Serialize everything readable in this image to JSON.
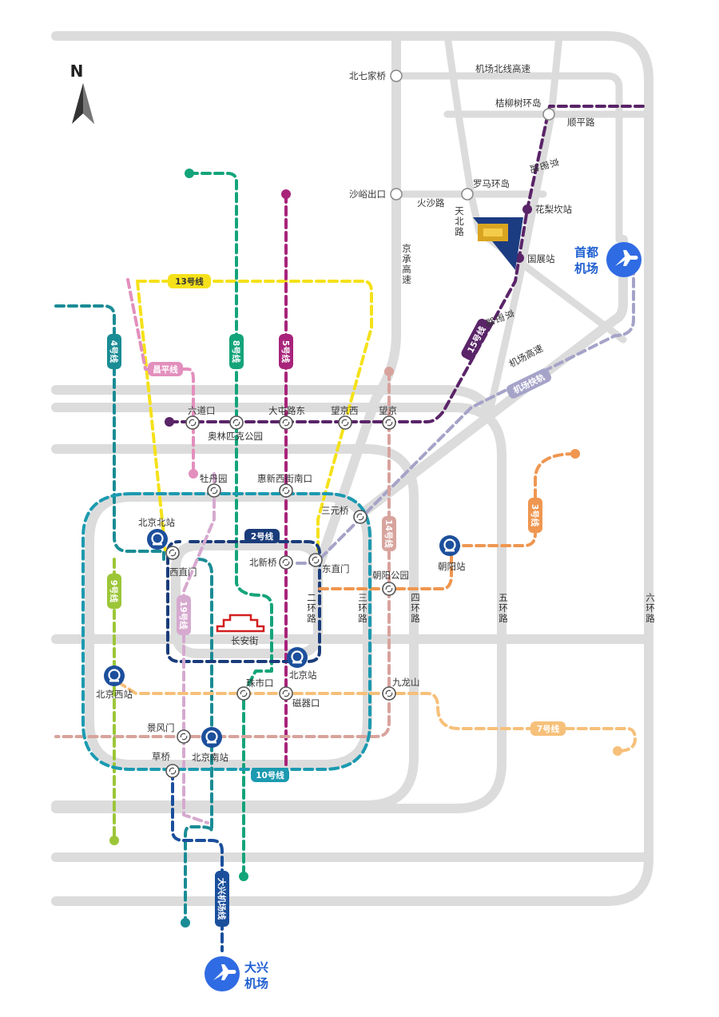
{
  "compass": {
    "north": "N"
  },
  "roads": {
    "jichang_north": "机场北线高速",
    "shunping": "顺平路",
    "huosha": "火沙路",
    "tianbei": "天北路",
    "jingcheng": "京承高速",
    "jingmi_1": "京密路",
    "jingmi_2": "京密路",
    "jichang_gaosu": "机场高速",
    "ring2": "二环路",
    "ring3": "三环路",
    "ring4": "四环路",
    "ring5": "五环路",
    "ring6": "六环路"
  },
  "nodes": {
    "beiqijiaqiao": "北七家桥",
    "qiaoliushu": "桔柳树环岛",
    "luoma": "罗马环岛",
    "shayu": "沙峪出口"
  },
  "lines": {
    "l13": "13号线",
    "l4": "4号线",
    "l8": "8号线",
    "l5": "5号线",
    "changping": "昌平线",
    "l15": "15号线",
    "airport_express": "机场快轨",
    "l2": "2号线",
    "l14": "14号线",
    "l3": "3号线",
    "l9": "9号线",
    "l19": "19号线",
    "l10": "10号线",
    "l7": "7号线",
    "daxing_express": "大兴机场线"
  },
  "stations": {
    "huali": "花梨坎站",
    "guozhan": "国展站",
    "liudaokou": "六道口",
    "datun": "大屯路东",
    "wangjingxi": "望京西",
    "wangjing": "望京",
    "aoti": "奥林匹克公园",
    "mudanyuan": "牡丹园",
    "huixin": "惠新西街南口",
    "sanyuan": "三元桥",
    "beijingbei": "北京北站",
    "xizhimen": "西直门",
    "beixinqiao": "北新桥",
    "dongzhimen": "东直门",
    "chaoyangpark": "朝阳公园",
    "chaoyangzhan": "朝阳站",
    "changanjie": "长安街",
    "beijingzhan": "北京站",
    "beijingxi": "北京西站",
    "zhushikou": "珠市口",
    "ciqikou": "磁器口",
    "jiulongshan": "九龙山",
    "jingfengmen": "景风门",
    "caoqiao": "草桥",
    "beijingnan": "北京南站"
  },
  "airports": {
    "capital_line1": "首都",
    "capital_line2": "机场",
    "daxing_line1": "大兴",
    "daxing_line2": "机场"
  },
  "colors": {
    "l13": "#f5e11a",
    "l4": "#1a8c95",
    "l8": "#14a47a",
    "l5": "#a8247a",
    "changping": "#e38fbd",
    "l15": "#5a2468",
    "airport_express": "#a5a3c8",
    "l2": "#1a3c7a",
    "l14": "#d8a39d",
    "l3": "#ef9650",
    "l9": "#9cc638",
    "l19": "#d6a9cf",
    "l10": "#1b9ab0",
    "l7": "#f6c07a",
    "daxing_express": "#1b4f9c",
    "airport_blue": "#2f6be3",
    "road": "#dcdcdc"
  }
}
